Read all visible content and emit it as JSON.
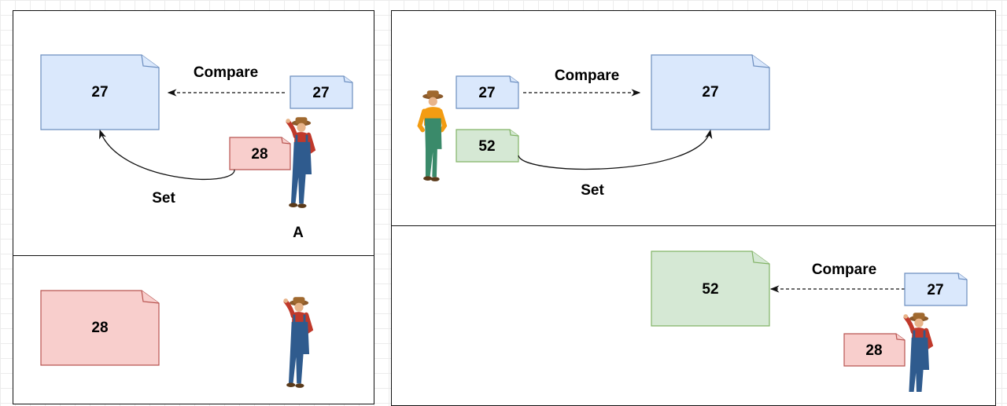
{
  "colors": {
    "blue_fill": "#dae8fc",
    "blue_stroke": "#6c8ebf",
    "red_fill": "#f8cecc",
    "red_stroke": "#b85450",
    "green_fill": "#d5e8d4",
    "green_stroke": "#82b366"
  },
  "panel_top_left": {
    "big_note": "27",
    "compare_label": "Compare",
    "source_note": "27",
    "new_note": "28",
    "set_label": "Set",
    "person_label": "A"
  },
  "panel_bottom_left": {
    "big_note": "28"
  },
  "panel_top_right": {
    "expected_note": "27",
    "compare_label": "Compare",
    "big_note": "27",
    "new_note": "52",
    "set_label": "Set"
  },
  "panel_bottom_right": {
    "big_note": "52",
    "compare_label": "Compare",
    "expected_note": "27",
    "new_note": "28"
  },
  "icons": [
    "farmer-figure-icon",
    "farmer-woman-figure-icon"
  ]
}
